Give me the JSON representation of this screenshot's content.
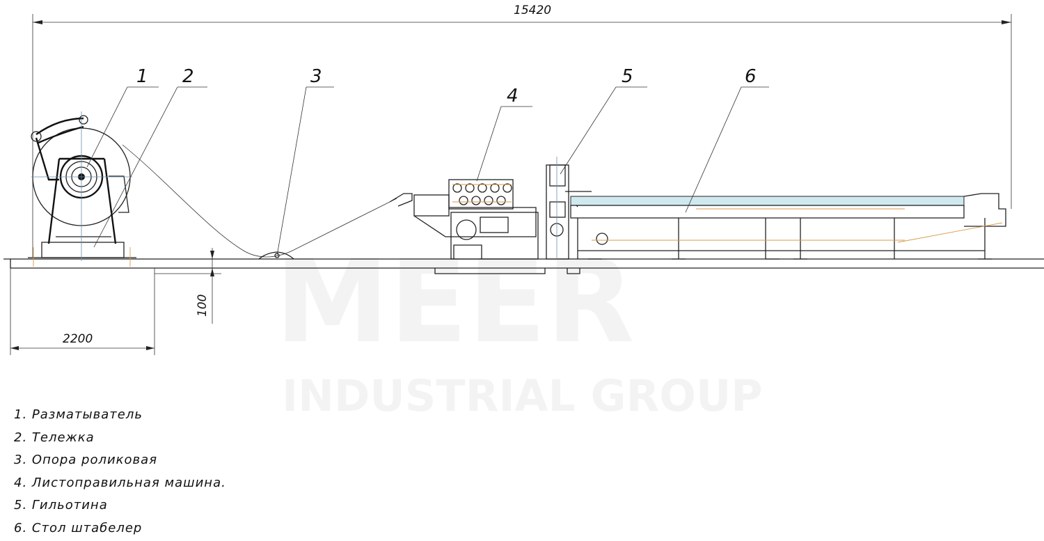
{
  "dimensions": {
    "overall_length": "15420",
    "pit_width": "2200",
    "pit_depth": "100"
  },
  "callouts": [
    "1",
    "2",
    "3",
    "4",
    "5",
    "6"
  ],
  "legend": [
    "1.  Разматыватель",
    "2.  Тележка",
    "3.  Опора роликовая",
    "4.  Листоправильная машина.",
    "5.  Гильотина",
    "6. Стол штабелер"
  ],
  "watermark": {
    "brand": "MEER",
    "subtitle": "INDUSTRIAL GROUP"
  },
  "colors": {
    "lines": "#222222",
    "center_axes": "#6a8fb0",
    "secondary": "#d89a4a",
    "table_top": "#cfe9ef"
  }
}
